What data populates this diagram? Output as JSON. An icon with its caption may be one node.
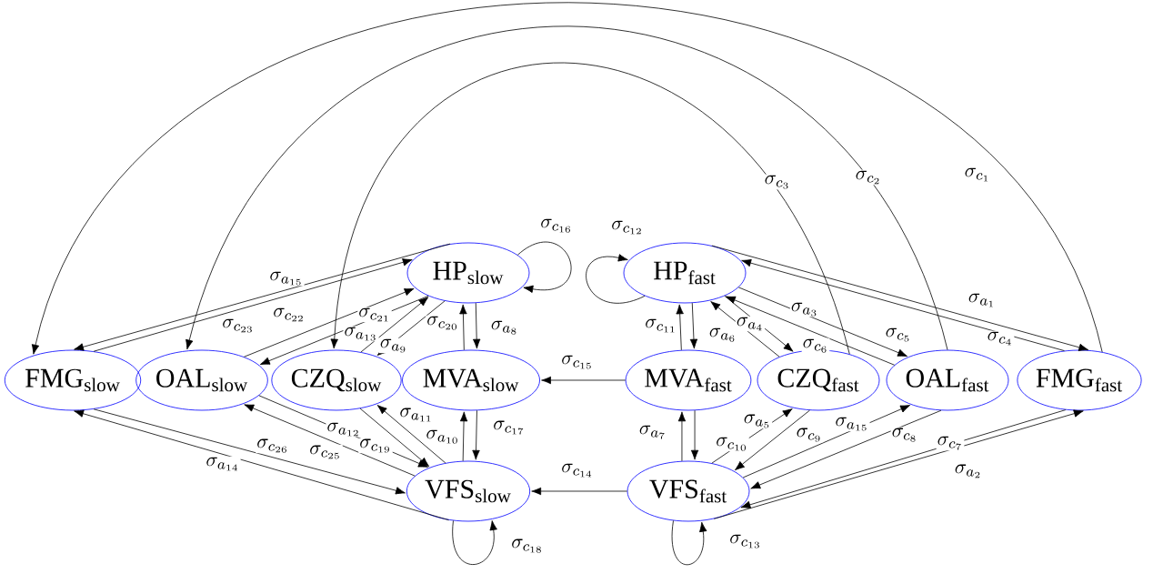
{
  "diagram": {
    "nodes": [
      {
        "text": [
          "HP$_{slow}$"
        ]
      },
      {
        "text": [
          "HP$_{fast}$"
        ]
      },
      {
        "text": [
          "FMG$_{slow}$"
        ]
      },
      {
        "text": [
          "OAL$_{slow}$"
        ]
      },
      {
        "text": [
          "CZQ$_{slow}$"
        ]
      },
      {
        "text": [
          "MVA$_{slow}$"
        ]
      },
      {
        "text": [
          "MVA$_{fast}$"
        ]
      },
      {
        "text": [
          "CZQ$_{fast}$"
        ]
      },
      {
        "text": [
          "OAL$_{fast}$"
        ]
      },
      {
        "text": [
          "FMG$_{fast}$"
        ]
      },
      {
        "text": [
          "VFS$_{slow}$"
        ]
      },
      {
        "text": [
          "VFS$_{fast}$"
        ]
      }
    ],
    "edges": [
      {
        "from": 9,
        "to": 2,
        "arrow": "to",
        "label": "\\sigma_{c_{1}}"
      },
      {
        "from": 8,
        "to": 3,
        "arrow": "to",
        "label": "\\sigma_{c_{2}}"
      },
      {
        "from": 7,
        "to": 4,
        "arrow": "to",
        "label": "\\sigma_{c_{3}}"
      },
      {
        "from": 0,
        "to": 2,
        "arrow": "to",
        "label": "\\sigma_{a_{15}}"
      },
      {
        "from": 2,
        "to": 0,
        "arrow": "to",
        "label": "\\sigma_{c_{23}}"
      },
      {
        "from": 0,
        "to": 3,
        "arrow": "to",
        "label": "\\sigma_{a_{13}}"
      },
      {
        "from": 3,
        "to": 0,
        "arrow": "to",
        "label": "\\sigma_{c_{22}}"
      },
      {
        "from": 0,
        "to": 4,
        "arrow": "to",
        "label": "\\sigma_{a_{9}}"
      },
      {
        "from": 4,
        "to": 0,
        "arrow": "to",
        "label": "\\sigma_{c_{21}}"
      },
      {
        "from": 0,
        "to": 5,
        "arrow": "to",
        "label": "\\sigma_{a_{8}}"
      },
      {
        "from": 5,
        "to": 0,
        "arrow": "to",
        "label": "\\sigma_{c_{20}}"
      },
      {
        "from": 0,
        "to": 0,
        "arrow": "to",
        "label": "\\sigma_{c_{16}}"
      },
      {
        "from": 1,
        "to": 1,
        "arrow": "to",
        "label": "\\sigma_{c_{12}}"
      },
      {
        "from": 6,
        "to": 1,
        "arrow": "to",
        "label": "\\sigma_{c_{11}}"
      },
      {
        "from": 1,
        "to": 6,
        "arrow": "to",
        "label": "\\sigma_{a_{6}}"
      },
      {
        "from": 1,
        "to": 7,
        "arrow": "to",
        "label": "\\sigma_{a_{4}}"
      },
      {
        "from": 7,
        "to": 1,
        "arrow": "to",
        "label": "\\sigma_{c_{6}}"
      },
      {
        "from": 1,
        "to": 8,
        "arrow": "to",
        "label": "\\sigma_{a_{3}}"
      },
      {
        "from": 8,
        "to": 1,
        "arrow": "to",
        "label": "\\sigma_{c_{5}}"
      },
      {
        "from": 1,
        "to": 9,
        "arrow": "to",
        "label": "\\sigma_{a_{1}}"
      },
      {
        "from": 9,
        "to": 1,
        "arrow": "to",
        "label": "\\sigma_{c_{4}}"
      },
      {
        "from": 6,
        "to": 5,
        "arrow": "to",
        "label": "\\sigma_{c_{15}}"
      },
      {
        "from": 10,
        "to": 2,
        "arrow": "to",
        "label": "\\sigma_{a_{14}}"
      },
      {
        "from": 2,
        "to": 10,
        "arrow": "to",
        "label": "\\sigma_{c_{26}}"
      },
      {
        "from": 10,
        "to": 3,
        "arrow": "to",
        "label": "\\sigma_{a_{12}}"
      },
      {
        "from": 3,
        "to": 10,
        "arrow": "to",
        "label": "\\sigma_{c_{25}}"
      },
      {
        "from": 10,
        "to": 4,
        "arrow": "to",
        "label": "\\sigma_{a_{11}}"
      },
      {
        "from": 4,
        "to": 10,
        "arrow": "to",
        "label": "\\sigma_{c_{19}}"
      },
      {
        "from": 10,
        "to": 5,
        "arrow": "to",
        "label": "\\sigma_{a_{10}}"
      },
      {
        "from": 5,
        "to": 10,
        "arrow": "to",
        "label": "\\sigma_{c_{17}}"
      },
      {
        "from": 10,
        "to": 10,
        "arrow": "to",
        "label": "\\sigma_{c_{18}}"
      },
      {
        "from": 11,
        "to": 10,
        "arrow": "to",
        "label": "\\sigma_{c_{14}}"
      },
      {
        "from": 11,
        "to": 6,
        "arrow": "to",
        "label": "\\sigma_{a_{7}}"
      },
      {
        "from": 6,
        "to": 11,
        "arrow": "to",
        "label": "\\sigma_{c_{10}}"
      },
      {
        "from": 11,
        "to": 7,
        "arrow": "to",
        "label": "\\sigma_{a_{5}}"
      },
      {
        "from": 7,
        "to": 11,
        "arrow": "to",
        "label": "\\sigma_{c_{9}}"
      },
      {
        "from": 11,
        "to": 8,
        "arrow": "to",
        "label": "\\sigma_{a_{15}}"
      },
      {
        "from": 8,
        "to": 11,
        "arrow": "to",
        "label": "\\sigma_{c_{8}}"
      },
      {
        "from": 9,
        "to": 11,
        "arrow": "to",
        "label": "\\sigma_{c_{7}}"
      },
      {
        "from": 11,
        "to": 9,
        "arrow": "to",
        "label": "\\sigma_{a_{2}}"
      },
      {
        "from": 11,
        "to": 11,
        "arrow": "to",
        "label": "\\sigma_{c_{13}}"
      }
    ]
  }
}
